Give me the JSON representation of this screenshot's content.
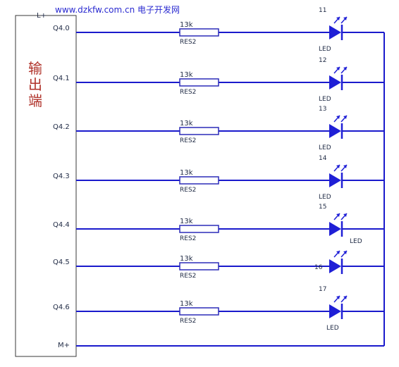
{
  "watermark": "www.dzkfw.com.cn 电子开发网",
  "module": {
    "supply_label": "L+",
    "common_label": "M+",
    "title_chars": [
      "输",
      "出",
      "端"
    ]
  },
  "colors": {
    "wire": "#1a1acc",
    "frame": "#3a3a3a",
    "led": "#1f1fd6",
    "resistor": "#2b2bb8",
    "title": "#b0322a",
    "watermark": "#2a2ad0"
  },
  "channels": [
    {
      "output": "Q4.0",
      "resistor_value": "13k",
      "resistor_name": "RES2",
      "led_number": "11",
      "led_label": "LED"
    },
    {
      "output": "Q4.1",
      "resistor_value": "13k",
      "resistor_name": "RES2",
      "led_number": "12",
      "led_label": "LED"
    },
    {
      "output": "Q4.2",
      "resistor_value": "13k",
      "resistor_name": "RES2",
      "led_number": "13",
      "led_label": "LED"
    },
    {
      "output": "Q4.3",
      "resistor_value": "13k",
      "resistor_name": "RES2",
      "led_number": "14",
      "led_label": "LED"
    },
    {
      "output": "Q4.4",
      "resistor_value": "13k",
      "resistor_name": "RES2",
      "led_number": "15",
      "led_label": "LED"
    },
    {
      "output": "Q4.5",
      "resistor_value": "13k",
      "resistor_name": "RES2",
      "led_number": "16",
      "led_label": ""
    },
    {
      "output": "Q4.6",
      "resistor_value": "13k",
      "resistor_name": "RES2",
      "led_number": "17",
      "led_label": "LED"
    }
  ]
}
